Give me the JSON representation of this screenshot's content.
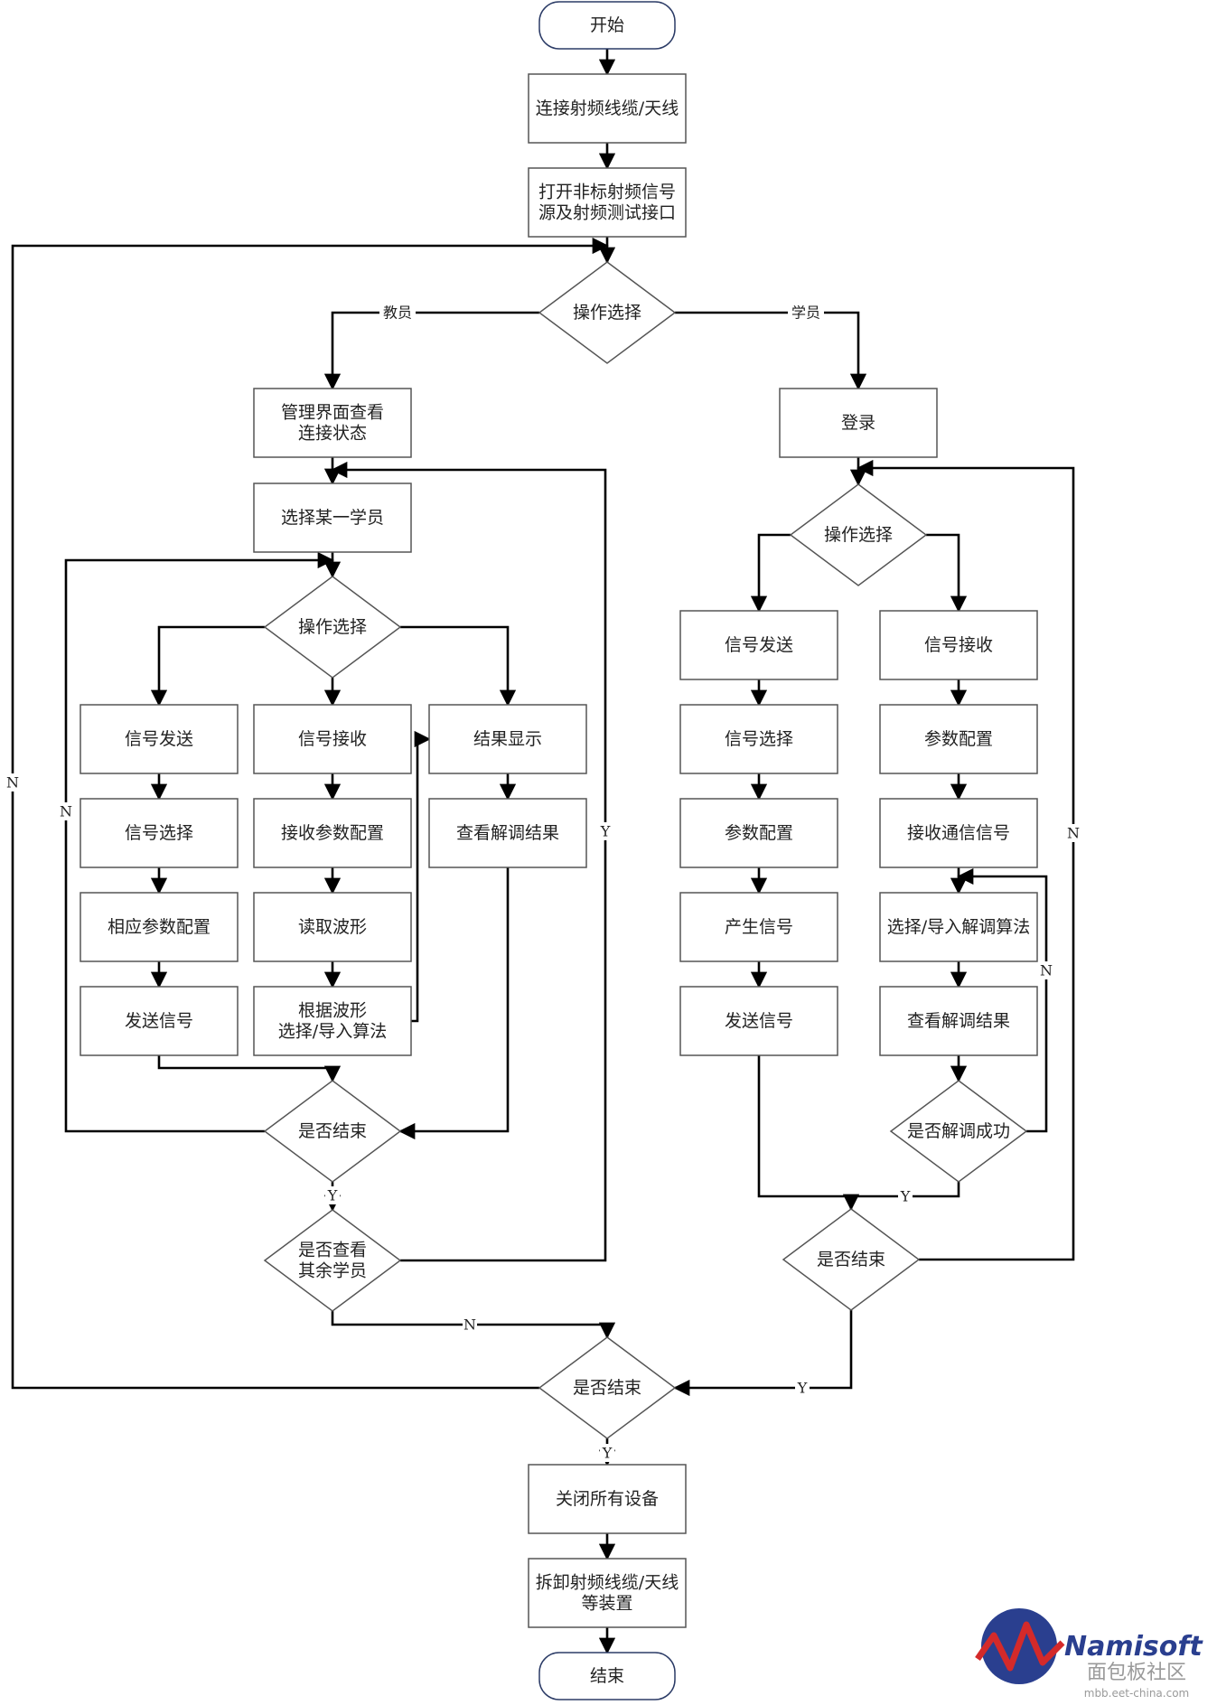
{
  "nodes": {
    "start": "开始",
    "connect_cable": [
      "连接射频线缆/天线"
    ],
    "open_source": [
      "打开非标射频信号",
      "源及射频测试接口"
    ],
    "op_select_main": "操作选择",
    "admin_view": [
      "管理界面查看",
      "连接状态"
    ],
    "select_student": [
      "选择某一学员"
    ],
    "op_select_teacher": "操作选择",
    "t_signal_send": [
      "信号发送"
    ],
    "t_signal_select": [
      "信号选择"
    ],
    "t_param_config": [
      "相应参数配置"
    ],
    "t_send_signal": [
      "发送信号"
    ],
    "t_signal_recv": [
      "信号接收"
    ],
    "t_recv_param": [
      "接收参数配置"
    ],
    "t_read_wave": [
      "读取波形"
    ],
    "t_select_algo": [
      "根据波形",
      "选择/导入算法"
    ],
    "t_result_show": [
      "结果显示"
    ],
    "t_view_demod": [
      "查看解调结果"
    ],
    "t_is_end": "是否结束",
    "t_view_others": [
      "是否查看",
      "其余学员"
    ],
    "login": [
      "登录"
    ],
    "op_select_student": "操作选择",
    "s_signal_send": [
      "信号发送"
    ],
    "s_signal_select": [
      "信号选择"
    ],
    "s_param_config": [
      "参数配置"
    ],
    "s_gen_signal": [
      "产生信号"
    ],
    "s_send_signal": [
      "发送信号"
    ],
    "s_signal_recv": [
      "信号接收"
    ],
    "s_param_config2": [
      "参数配置"
    ],
    "s_recv_comm": [
      "接收通信信号"
    ],
    "s_select_algo": [
      "选择/导入解调算法"
    ],
    "s_view_demod": [
      "查看解调结果"
    ],
    "s_demod_ok": "是否解调成功",
    "s_is_end": "是否结束",
    "main_is_end": "是否结束",
    "close_all": [
      "关闭所有设备"
    ],
    "dismantle": [
      "拆卸射频线缆/天线",
      "等装置"
    ],
    "end": "结束"
  },
  "labels": {
    "teacher": "教员",
    "student": "学员",
    "n": "N",
    "y": "Y"
  },
  "watermark": {
    "brand": "Namisoft",
    "forum": "面包板社区",
    "site": "mbb.eet-china.com"
  },
  "colors": {
    "line": "#000000",
    "box_border": "#555555",
    "logo_blue": "#2a3f8f",
    "logo_red": "#d42a2a"
  }
}
